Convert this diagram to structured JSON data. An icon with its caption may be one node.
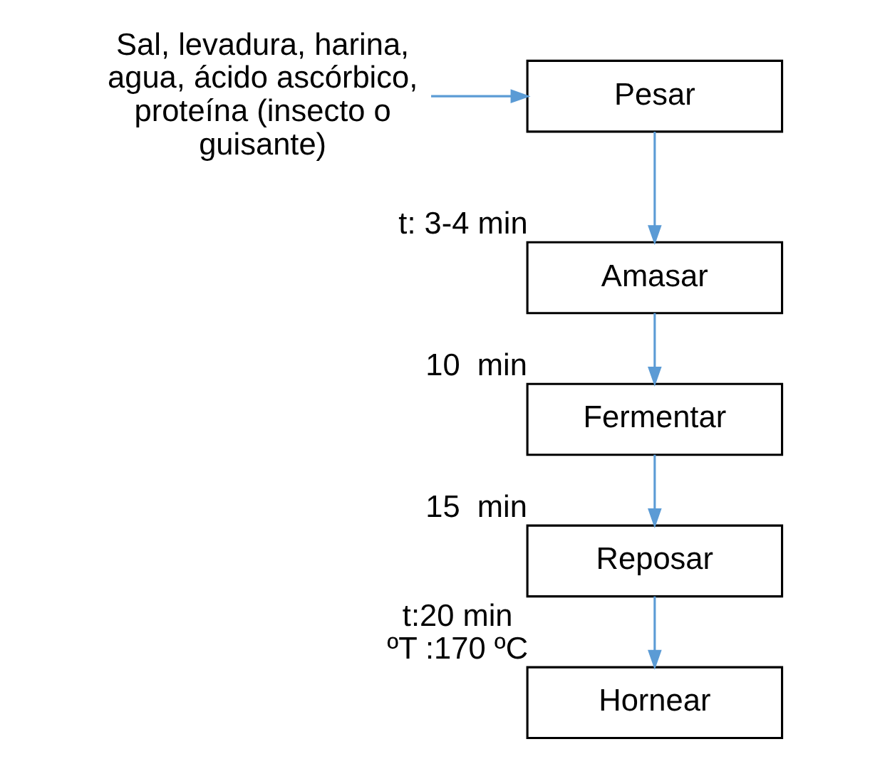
{
  "diagram": {
    "nodes": [
      {
        "text": [
          "Sal, levadura, harina, agua, ácido ascórbico, proteína (insecto o guisante)"
        ]
      },
      {
        "text": [
          "Pesar"
        ]
      },
      {
        "text": [
          "Amasar"
        ],
        "beside": [
          "t: 3-4 min"
        ]
      },
      {
        "text": [
          "Fermentar"
        ],
        "beside": [
          "10  min"
        ]
      },
      {
        "text": [
          "Reposar"
        ],
        "beside": [
          "15  min"
        ]
      },
      {
        "text": [
          "Hornear"
        ],
        "beside": [
          "t:20 min",
          "ºT :170 ºC"
        ]
      }
    ],
    "edges": [
      {
        "from": 0,
        "to": 1,
        "arrow": "to"
      },
      {
        "from": 1,
        "to": 2,
        "arrow": "to"
      },
      {
        "from": 2,
        "to": 3,
        "arrow": "to"
      },
      {
        "from": 3,
        "to": 4,
        "arrow": "to"
      },
      {
        "from": 4,
        "to": 5,
        "arrow": "to"
      }
    ]
  }
}
